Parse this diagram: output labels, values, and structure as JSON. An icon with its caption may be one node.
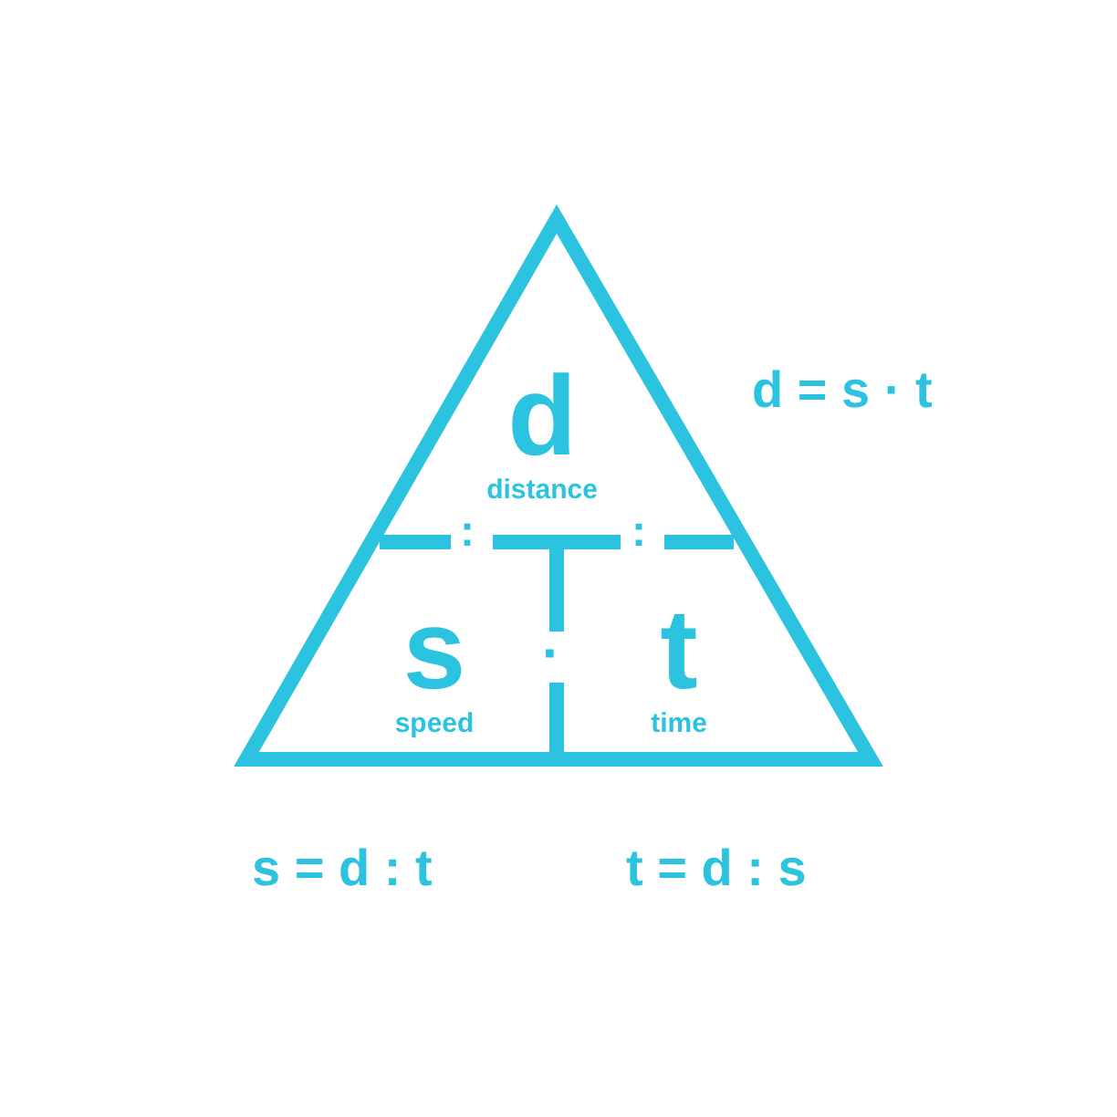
{
  "diagram": {
    "nodes": [
      {
        "text": [
          "d",
          "distance"
        ]
      },
      {
        "text": [
          "s",
          "speed"
        ]
      },
      {
        "text": [
          "t",
          "time"
        ]
      }
    ],
    "edges": [],
    "labels": [
      "d = s · t",
      ":",
      ":",
      "·",
      "s = d : t",
      "t = d : s"
    ]
  }
}
